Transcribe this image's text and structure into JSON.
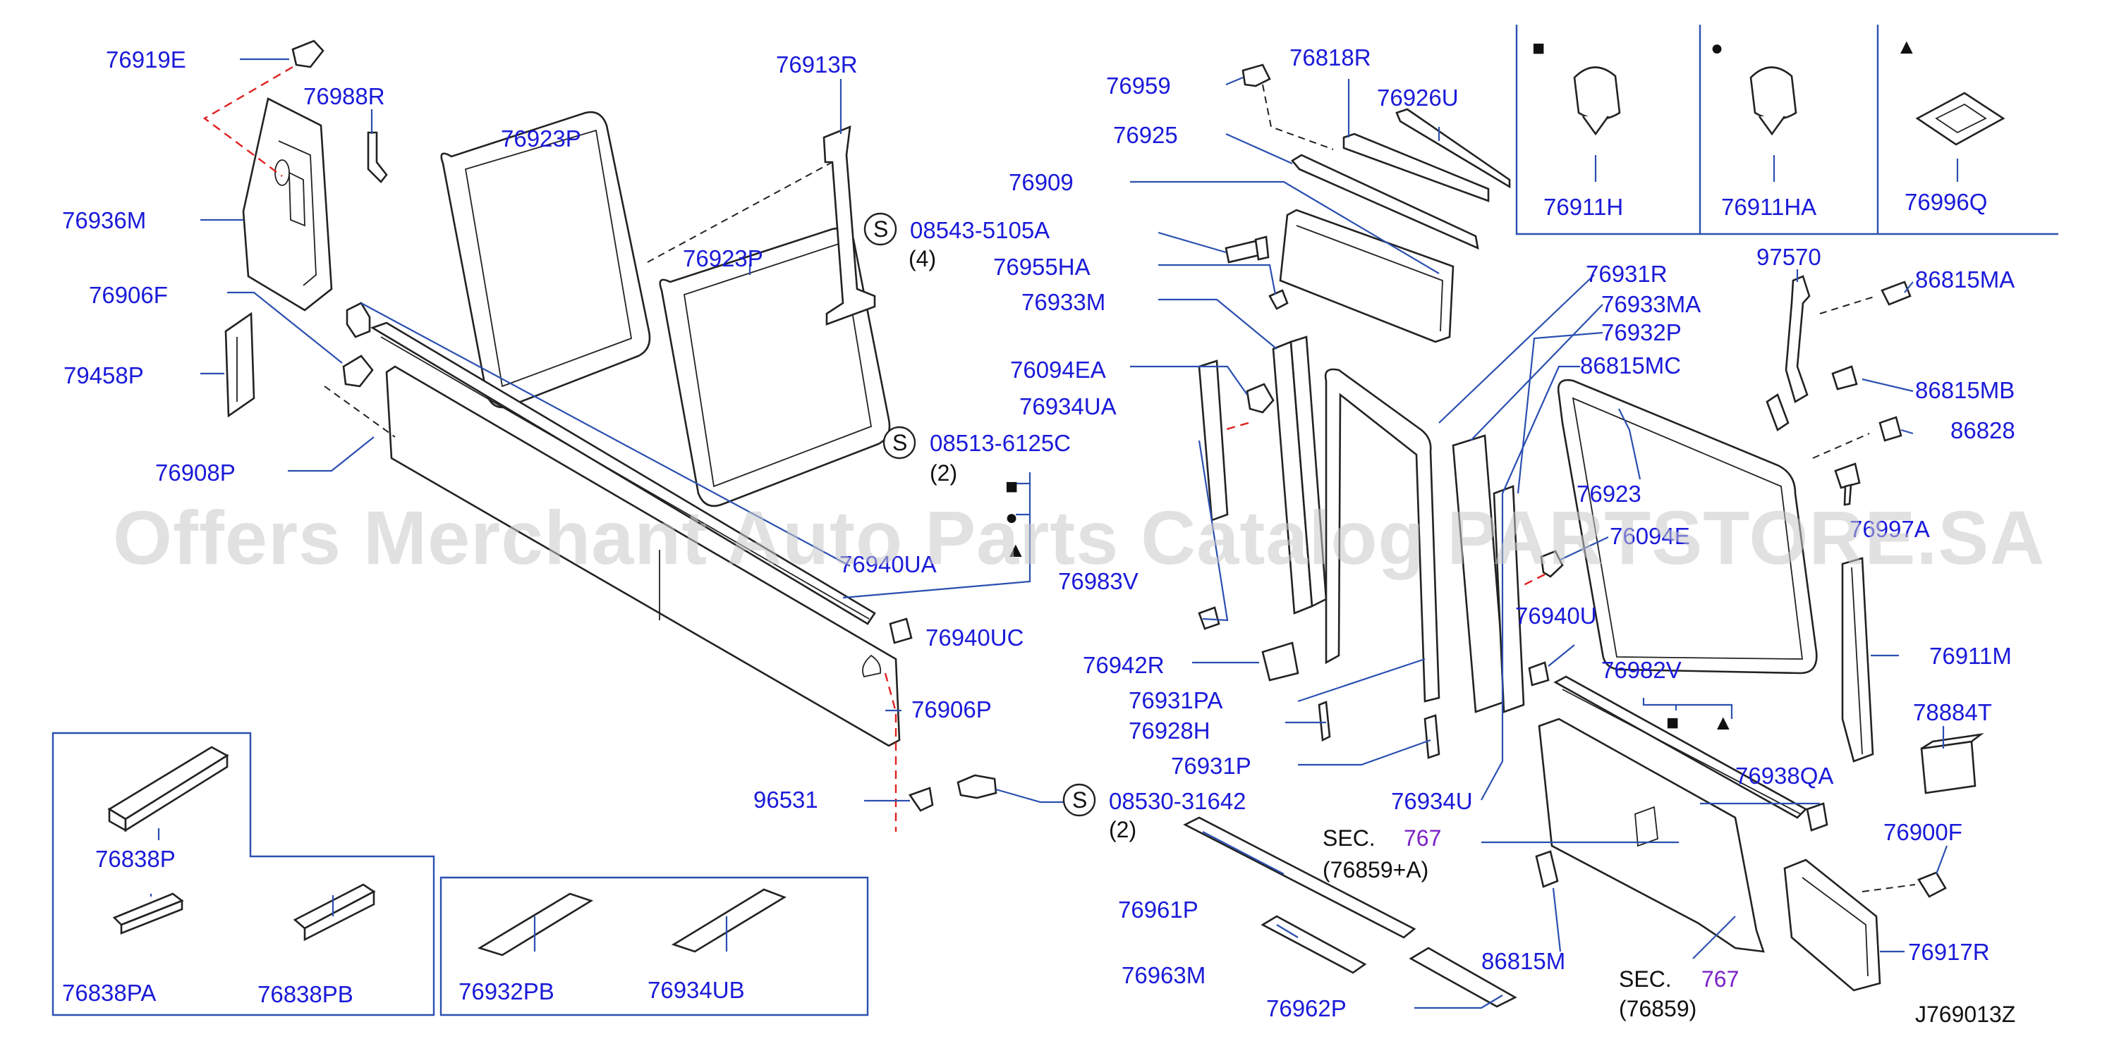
{
  "watermark": "Offers Merchant Auto Parts Catalog PARTSTORE.SA",
  "diagram_code": "J769013Z",
  "labels": {
    "p76919E": "76919E",
    "p76988R": "76988R",
    "p76913R": "76913R",
    "p76923P_a": "76923P",
    "p76936M": "76936M",
    "p76923P_b": "76923P",
    "p76906F": "76906F",
    "p79458P": "79458P",
    "p76908P": "76908P",
    "p76940UA": "76940UA",
    "p76983V": "76983V",
    "p76940UC": "76940UC",
    "p76906P": "76906P",
    "p96531": "96531",
    "p76838P": "76838P",
    "p76838PA": "76838PA",
    "p76838PB": "76838PB",
    "p76932PB": "76932PB",
    "p76934UB": "76934UB",
    "p76959": "76959",
    "p76818R": "76818R",
    "p76926U": "76926U",
    "p76925": "76925",
    "p76909": "76909",
    "p76955HA": "76955HA",
    "p76933M": "76933M",
    "p76094EA": "76094EA",
    "p76934UA": "76934UA",
    "p76942R": "76942R",
    "p76931PA": "76931PA",
    "p76928H": "76928H",
    "p76931P": "76931P",
    "p76961P": "76961P",
    "p76963M": "76963M",
    "p76962P": "76962P",
    "p76931R": "76931R",
    "p76933MA": "76933MA",
    "p76932P": "76932P",
    "p86815MC": "86815MC",
    "p76923": "76923",
    "p76094E": "76094E",
    "p76940U": "76940U",
    "p76982V": "76982V",
    "p76934U": "76934U",
    "p76938QA": "76938QA",
    "p86815M": "86815M",
    "p97570": "97570",
    "p86815MA": "86815MA",
    "p86815MB": "86815MB",
    "p86828": "86828",
    "p76997A": "76997A",
    "p76911M": "76911M",
    "p78884T": "78884T",
    "p76900F": "76900F",
    "p76917R": "76917R",
    "p76911H": "76911H",
    "p76911HA": "76911HA",
    "p76996Q": "76996Q"
  },
  "screws": [
    {
      "symbol": "S",
      "code": "08543-5105A",
      "qty": "(4)"
    },
    {
      "symbol": "S",
      "code": "08513-6125C",
      "qty": "(2)"
    },
    {
      "symbol": "S",
      "code": "08530-31642",
      "qty": "(2)"
    }
  ],
  "sections": [
    {
      "prefix": "SEC.",
      "number": "767",
      "ref": "(76859+A)"
    },
    {
      "prefix": "SEC.",
      "number": "767",
      "ref": "(76859)"
    }
  ],
  "symbols": {
    "square": "■",
    "circle": "●",
    "triangle": "▲"
  }
}
